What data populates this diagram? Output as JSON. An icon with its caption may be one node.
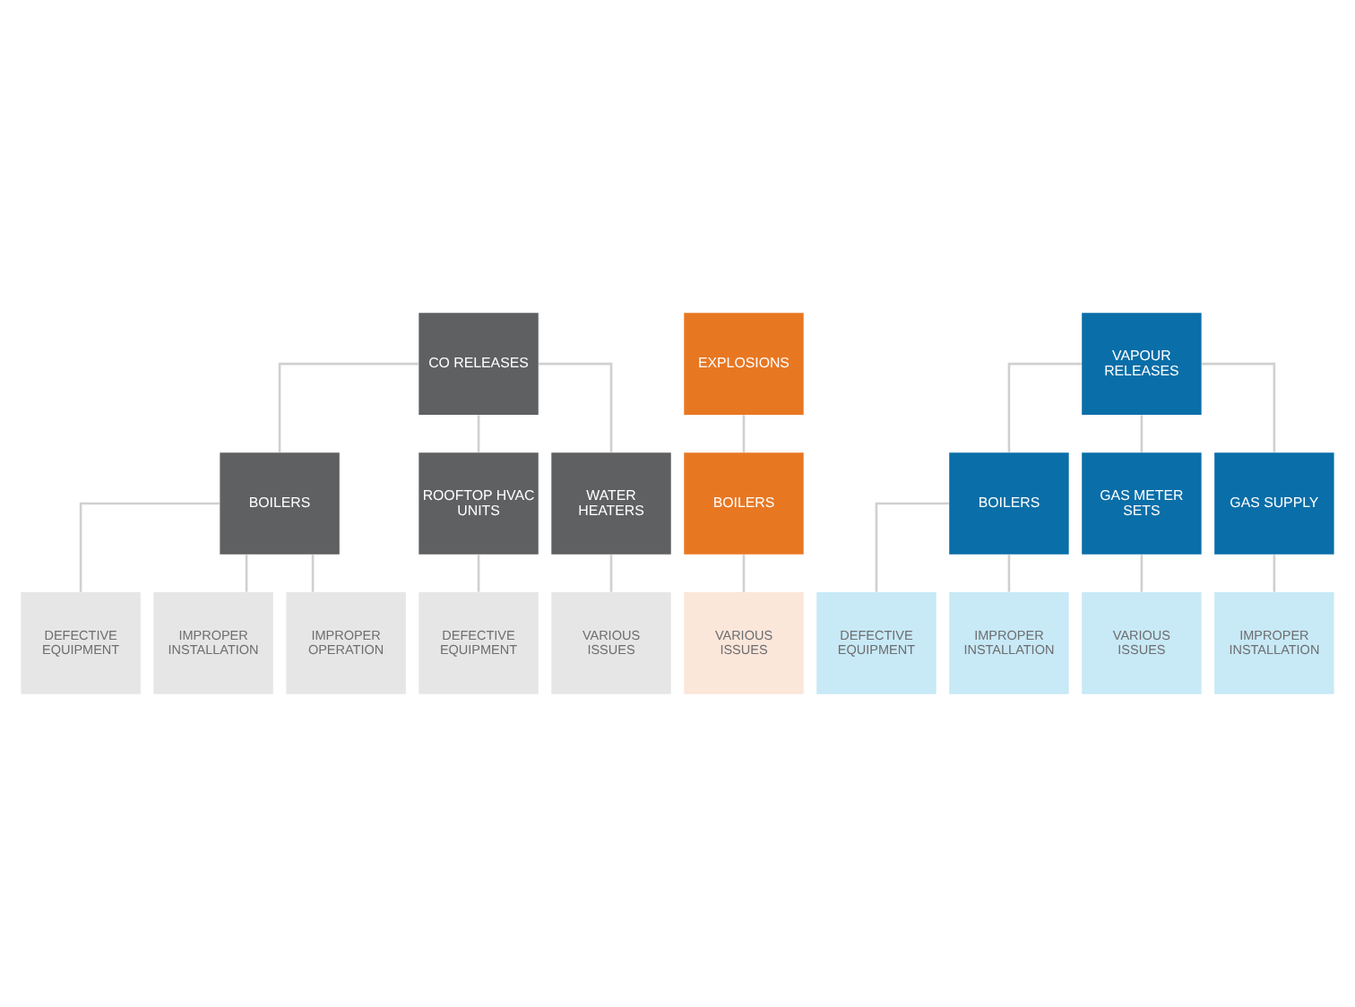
{
  "diagram": {
    "nodes": [
      {
        "text": [
          "CO RELEASES"
        ]
      },
      {
        "text": [
          "EXPLOSIONS"
        ]
      },
      {
        "text": [
          "VAPOUR RELEASES"
        ]
      },
      {
        "text": [
          "BOILERS"
        ]
      },
      {
        "text": [
          "ROOFTOP HVAC UNITS"
        ]
      },
      {
        "text": [
          "WATER HEATERS"
        ]
      },
      {
        "text": [
          "BOILERS"
        ]
      },
      {
        "text": [
          "BOILERS"
        ]
      },
      {
        "text": [
          "GAS METER SETS"
        ]
      },
      {
        "text": [
          "GAS SUPPLY"
        ]
      },
      {
        "text": [
          "DEFECTIVE EQUIPMENT"
        ]
      },
      {
        "text": [
          "IMPROPER INSTALLATION"
        ]
      },
      {
        "text": [
          "IMPROPER OPERATION"
        ]
      },
      {
        "text": [
          "DEFECTIVE EQUIPMENT"
        ]
      },
      {
        "text": [
          "VARIOUS ISSUES"
        ]
      },
      {
        "text": [
          "VARIOUS ISSUES"
        ]
      },
      {
        "text": [
          "DEFECTIVE EQUIPMENT"
        ]
      },
      {
        "text": [
          "IMPROPER INSTALLATION"
        ]
      },
      {
        "text": [
          "VARIOUS ISSUES"
        ]
      },
      {
        "text": [
          "IMPROPER INSTALLATION"
        ]
      }
    ],
    "edges": [
      {
        "from": 0,
        "to": 3,
        "arrow": "none"
      },
      {
        "from": 0,
        "to": 4,
        "arrow": "none"
      },
      {
        "from": 0,
        "to": 5,
        "arrow": "none"
      },
      {
        "from": 1,
        "to": 6,
        "arrow": "none"
      },
      {
        "from": 2,
        "to": 7,
        "arrow": "none"
      },
      {
        "from": 2,
        "to": 8,
        "arrow": "none"
      },
      {
        "from": 2,
        "to": 9,
        "arrow": "none"
      },
      {
        "from": 3,
        "to": 10,
        "arrow": "none"
      },
      {
        "from": 3,
        "to": 11,
        "arrow": "none"
      },
      {
        "from": 3,
        "to": 12,
        "arrow": "none"
      },
      {
        "from": 4,
        "to": 13,
        "arrow": "none"
      },
      {
        "from": 5,
        "to": 14,
        "arrow": "none"
      },
      {
        "from": 6,
        "to": 15,
        "arrow": "none"
      },
      {
        "from": 7,
        "to": 16,
        "arrow": "none"
      },
      {
        "from": 7,
        "to": 17,
        "arrow": "none"
      },
      {
        "from": 8,
        "to": 18,
        "arrow": "none"
      },
      {
        "from": 9,
        "to": 19,
        "arrow": "none"
      }
    ]
  }
}
